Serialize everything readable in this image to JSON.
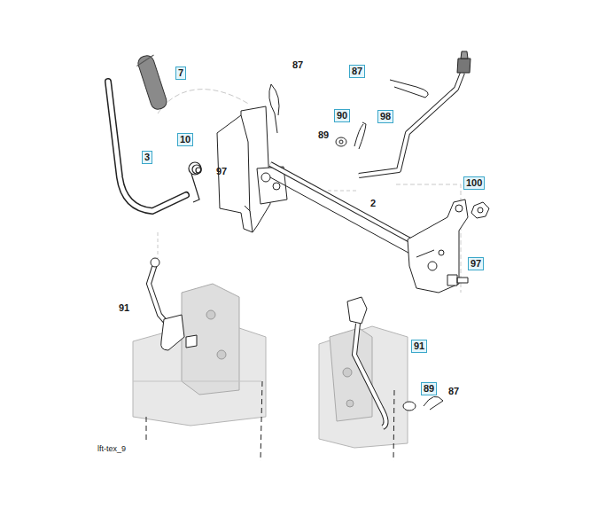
{
  "diagram": {
    "nodes": [
      {
        "text": [
          "87"
        ]
      },
      {
        "text": [
          "7"
        ]
      },
      {
        "text": [
          "90"
        ]
      },
      {
        "text": [
          "98"
        ]
      },
      {
        "text": [
          "10"
        ]
      },
      {
        "text": [
          "3"
        ]
      },
      {
        "text": [
          "100"
        ]
      },
      {
        "text": [
          "97"
        ]
      },
      {
        "text": [
          "91"
        ]
      },
      {
        "text": [
          "89"
        ]
      }
    ],
    "labels": [
      "87",
      "89",
      "97",
      "2",
      "91",
      "87",
      "lft-tex_9"
    ]
  }
}
